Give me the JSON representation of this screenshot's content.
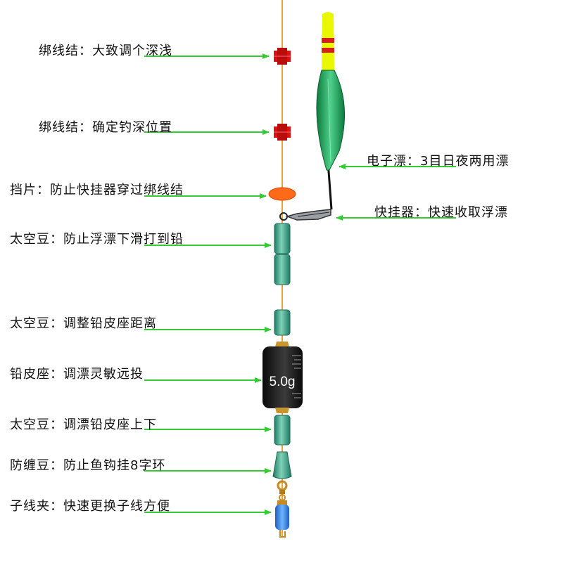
{
  "labels": [
    {
      "text": "绑线结：大致调个深浅"
    },
    {
      "text": "绑线结：确定钓深位置"
    },
    {
      "text": "挡片：防止快挂器穿过绑线结"
    },
    {
      "text": "太空豆：防止浮漂下滑打到铅"
    },
    {
      "text": "太空豆：调整铅皮座距离"
    },
    {
      "text": "铅皮座：调漂灵敏远投"
    },
    {
      "text": "太空豆：调漂铅皮座上下"
    },
    {
      "text": "防缠豆：防止鱼钩挂8字环"
    },
    {
      "text": "子线夹：快速更换子线方便"
    },
    {
      "text": "电子漂：3目日夜两用漂"
    },
    {
      "text": "快挂器：快速收取浮漂"
    }
  ],
  "weight_value": "5.0g",
  "colors": {
    "arrow": "#33cc33",
    "line": "#e8a33a",
    "bead": "#3fa88a",
    "knot": "#dd1111",
    "float_body": "#1f9e55",
    "float_tip": "#e9f700",
    "float_band": "#d62020",
    "stopper": "#ff6a1a",
    "sinker": "#1a1a1a",
    "clip": "#2f7fe0"
  }
}
